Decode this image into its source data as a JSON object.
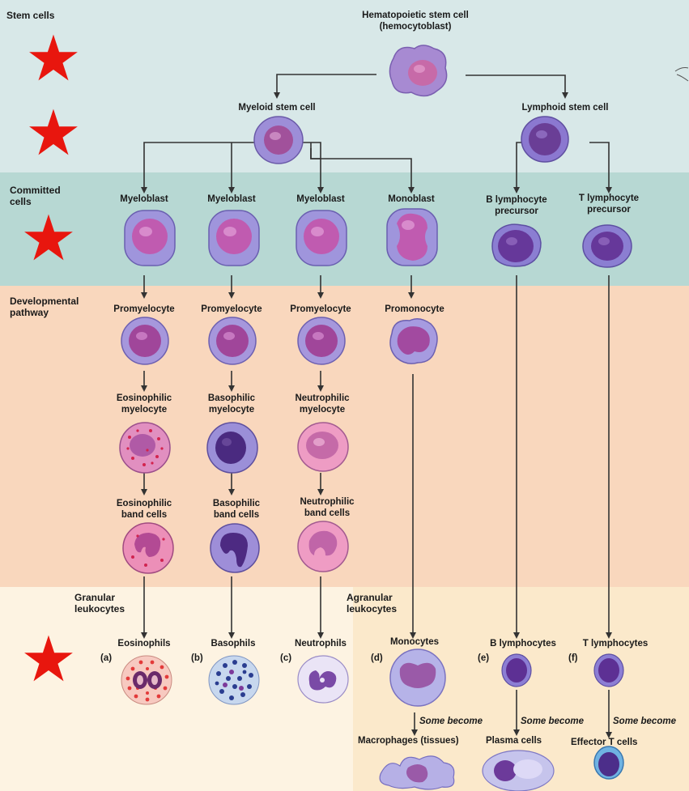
{
  "sections": {
    "stem": "Stem cells",
    "committed": "Committed\ncells",
    "developmental": "Developmental\npathway",
    "granular": "Granular\nleukocytes",
    "agranular": "Agranular\nleukocytes"
  },
  "stem": {
    "hematopoietic": "Hematopoietic stem cell\n(hemocytoblast)",
    "myeloid": "Myeloid stem cell",
    "lymphoid": "Lymphoid stem cell"
  },
  "committed": {
    "myeloblast1": "Myeloblast",
    "myeloblast2": "Myeloblast",
    "myeloblast3": "Myeloblast",
    "monoblast": "Monoblast",
    "b_precursor": "B lymphocyte\nprecursor",
    "t_precursor": "T lymphocyte\nprecursor"
  },
  "developmental": {
    "promyelocyte1": "Promyelocyte",
    "promyelocyte2": "Promyelocyte",
    "promyelocyte3": "Promyelocyte",
    "promonocyte": "Promonocyte",
    "eos_myelocyte": "Eosinophilic\nmyelocyte",
    "baso_myelocyte": "Basophilic\nmyelocyte",
    "neutro_myelocyte": "Neutrophilic\nmyelocyte",
    "eos_band": "Eosinophilic\nband cells",
    "baso_band": "Basophilic\nband cells",
    "neutro_band": "Neutrophilic\nband cells"
  },
  "mature": {
    "eosinophils": "Eosinophils",
    "basophils": "Basophils",
    "neutrophils": "Neutrophils",
    "monocytes": "Monocytes",
    "b_lymphocytes": "B lymphocytes",
    "t_lymphocytes": "T lymphocytes",
    "letter_a": "(a)",
    "letter_b": "(b)",
    "letter_c": "(c)",
    "letter_d": "(d)",
    "letter_e": "(e)",
    "letter_f": "(f)"
  },
  "differentiated": {
    "some_become_1": "Some become",
    "some_become_2": "Some become",
    "some_become_3": "Some become",
    "macrophages": "Macrophages (tissues)",
    "plasma": "Plasma cells",
    "effector": "Effector T cells"
  },
  "colors": {
    "stem_band": "#d8e8e8",
    "committed_band": "#b7d8d3",
    "developmental_band": "#f9d7bd",
    "granular_bg": "#fdf3e2",
    "agranular_bg": "#fbe9cb",
    "star": "#e8160e",
    "line": "#333333"
  }
}
